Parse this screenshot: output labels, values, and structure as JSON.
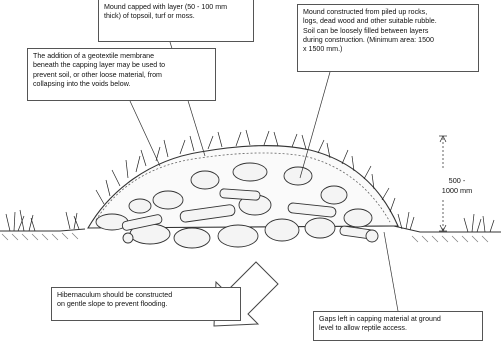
{
  "callouts": {
    "capping": "Mound capped with layer (50 - 100 mm\nthick) of topsoil, turf or moss.",
    "construction": "Mound constructed from piled up rocks,\nlogs, dead wood and other suitable rubble.\nSoil can be loosely filled between layers\nduring construction.  (Minimum area: 1500\nx 1500 mm.)",
    "geotextile": "The addition of a geotextile membrane\nbeneath the capping layer may be used to\nprevent soil, or other loose material, from\ncollapsing into the voids below.",
    "slope": "Hibernaculum should be constructed\non gentle slope to prevent flooding.",
    "gaps": "Gaps left in capping material at ground\nlevel to allow reptile access."
  },
  "dimension": {
    "line1": "500 -",
    "line2": "1000 mm"
  }
}
